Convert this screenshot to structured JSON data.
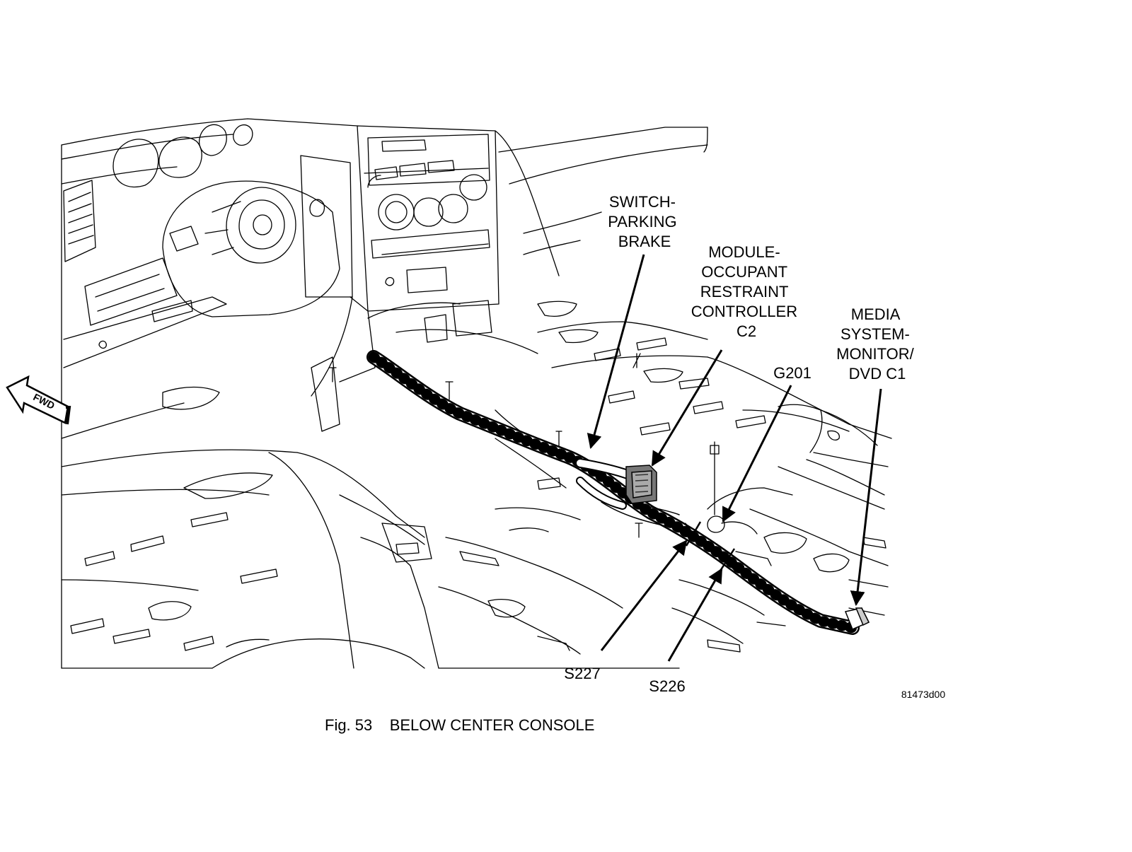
{
  "labels": {
    "switch_parking_brake": [
      "SWITCH-",
      "PARKING",
      "BRAKE"
    ],
    "module_orc": [
      "MODULE-",
      "OCCUPANT",
      "RESTRAINT",
      "CONTROLLER",
      "C2"
    ],
    "media_dvd": [
      "MEDIA",
      "SYSTEM-",
      "MONITOR/",
      "DVD C1"
    ],
    "g201": "G201",
    "s227": "S227",
    "s226": "S226",
    "fwd": "FWD"
  },
  "figure_code": "81473d00",
  "caption": "Fig. 53    BELOW CENTER CONSOLE"
}
